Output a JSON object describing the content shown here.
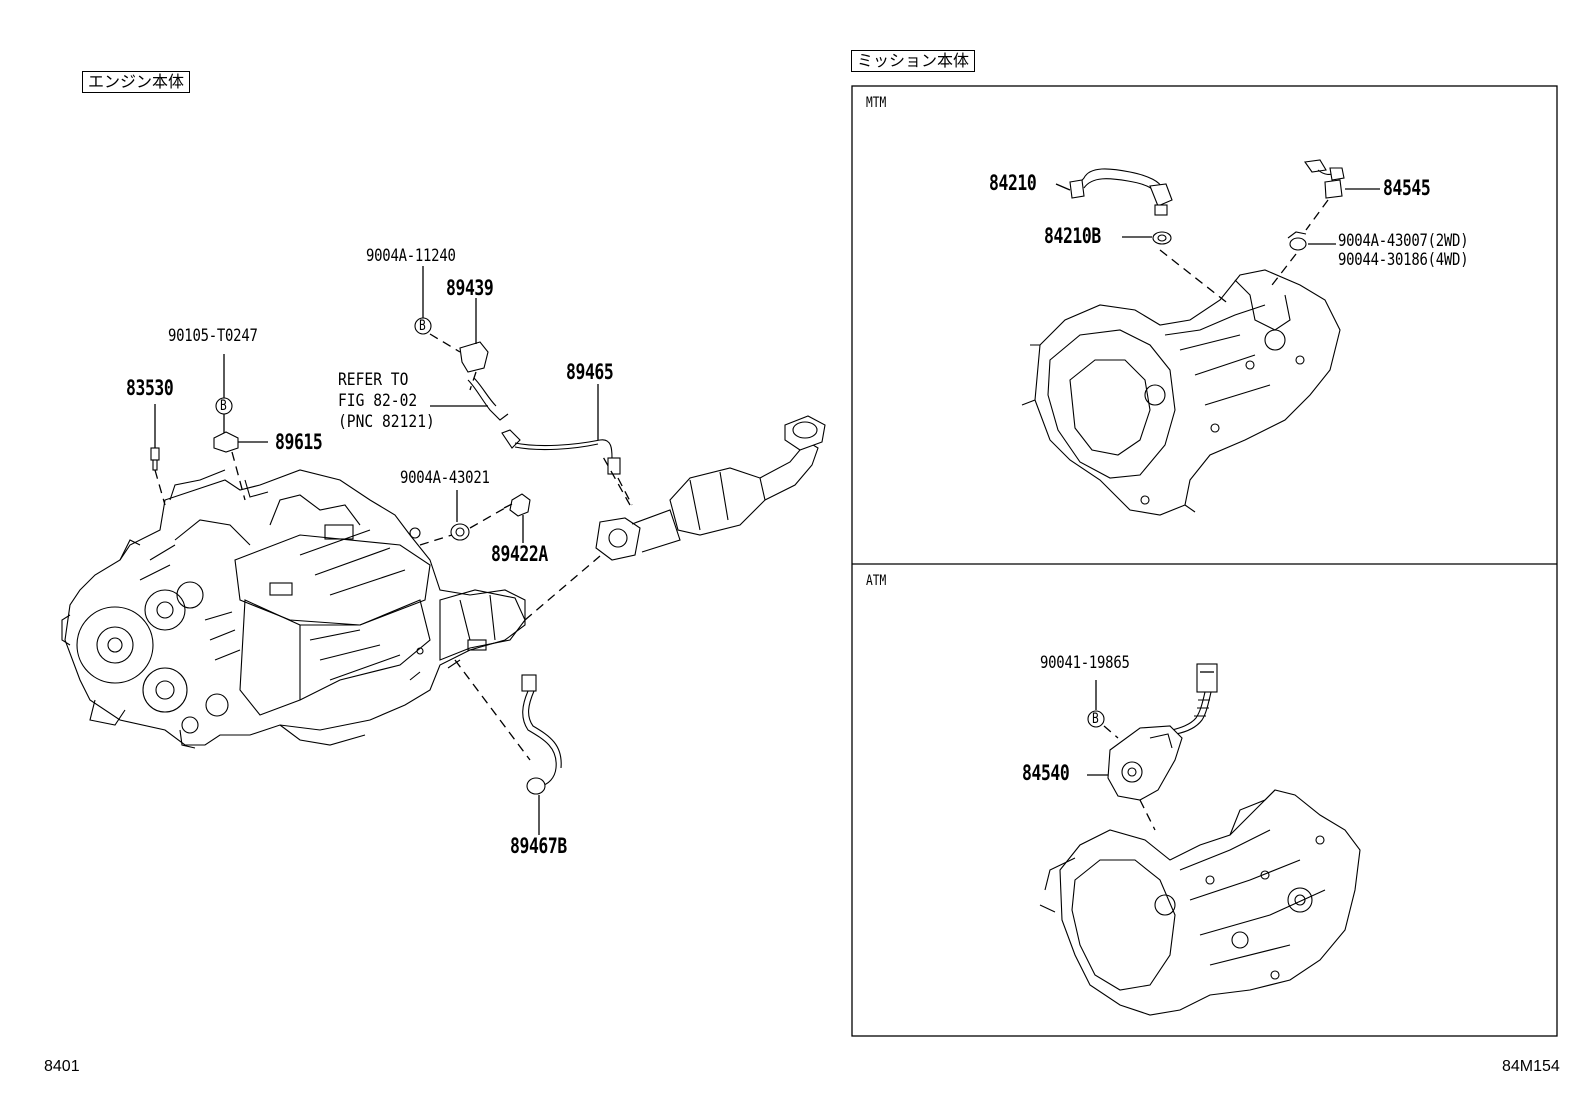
{
  "left_section": {
    "title": "エンジン本体",
    "parts": {
      "p83530": "83530",
      "p90105": "90105-T0247",
      "p89615": "89615",
      "p9004a_11240": "9004A-11240",
      "p89439": "89439",
      "ref_line1": "REFER TO",
      "ref_line2": "FIG 82-02",
      "ref_line3": "(PNC 82121)",
      "p89465": "89465",
      "p9004a_43021": "9004A-43021",
      "p89422a": "89422A",
      "p89467b": "89467B"
    },
    "bolt_marker": "B"
  },
  "right_section": {
    "title": "ミッション本体",
    "mtm": {
      "label": "MTM",
      "p84210": "84210",
      "p84210b": "84210B",
      "p84545": "84545",
      "p9004a_43007": "9004A-43007(2WD)",
      "p90044_30186": "90044-30186(4WD)"
    },
    "atm": {
      "label": "ATM",
      "p90041_19865": "90041-19865",
      "p84540": "84540"
    }
  },
  "footer": {
    "page_code": "8401",
    "figure_code": "84M154"
  }
}
